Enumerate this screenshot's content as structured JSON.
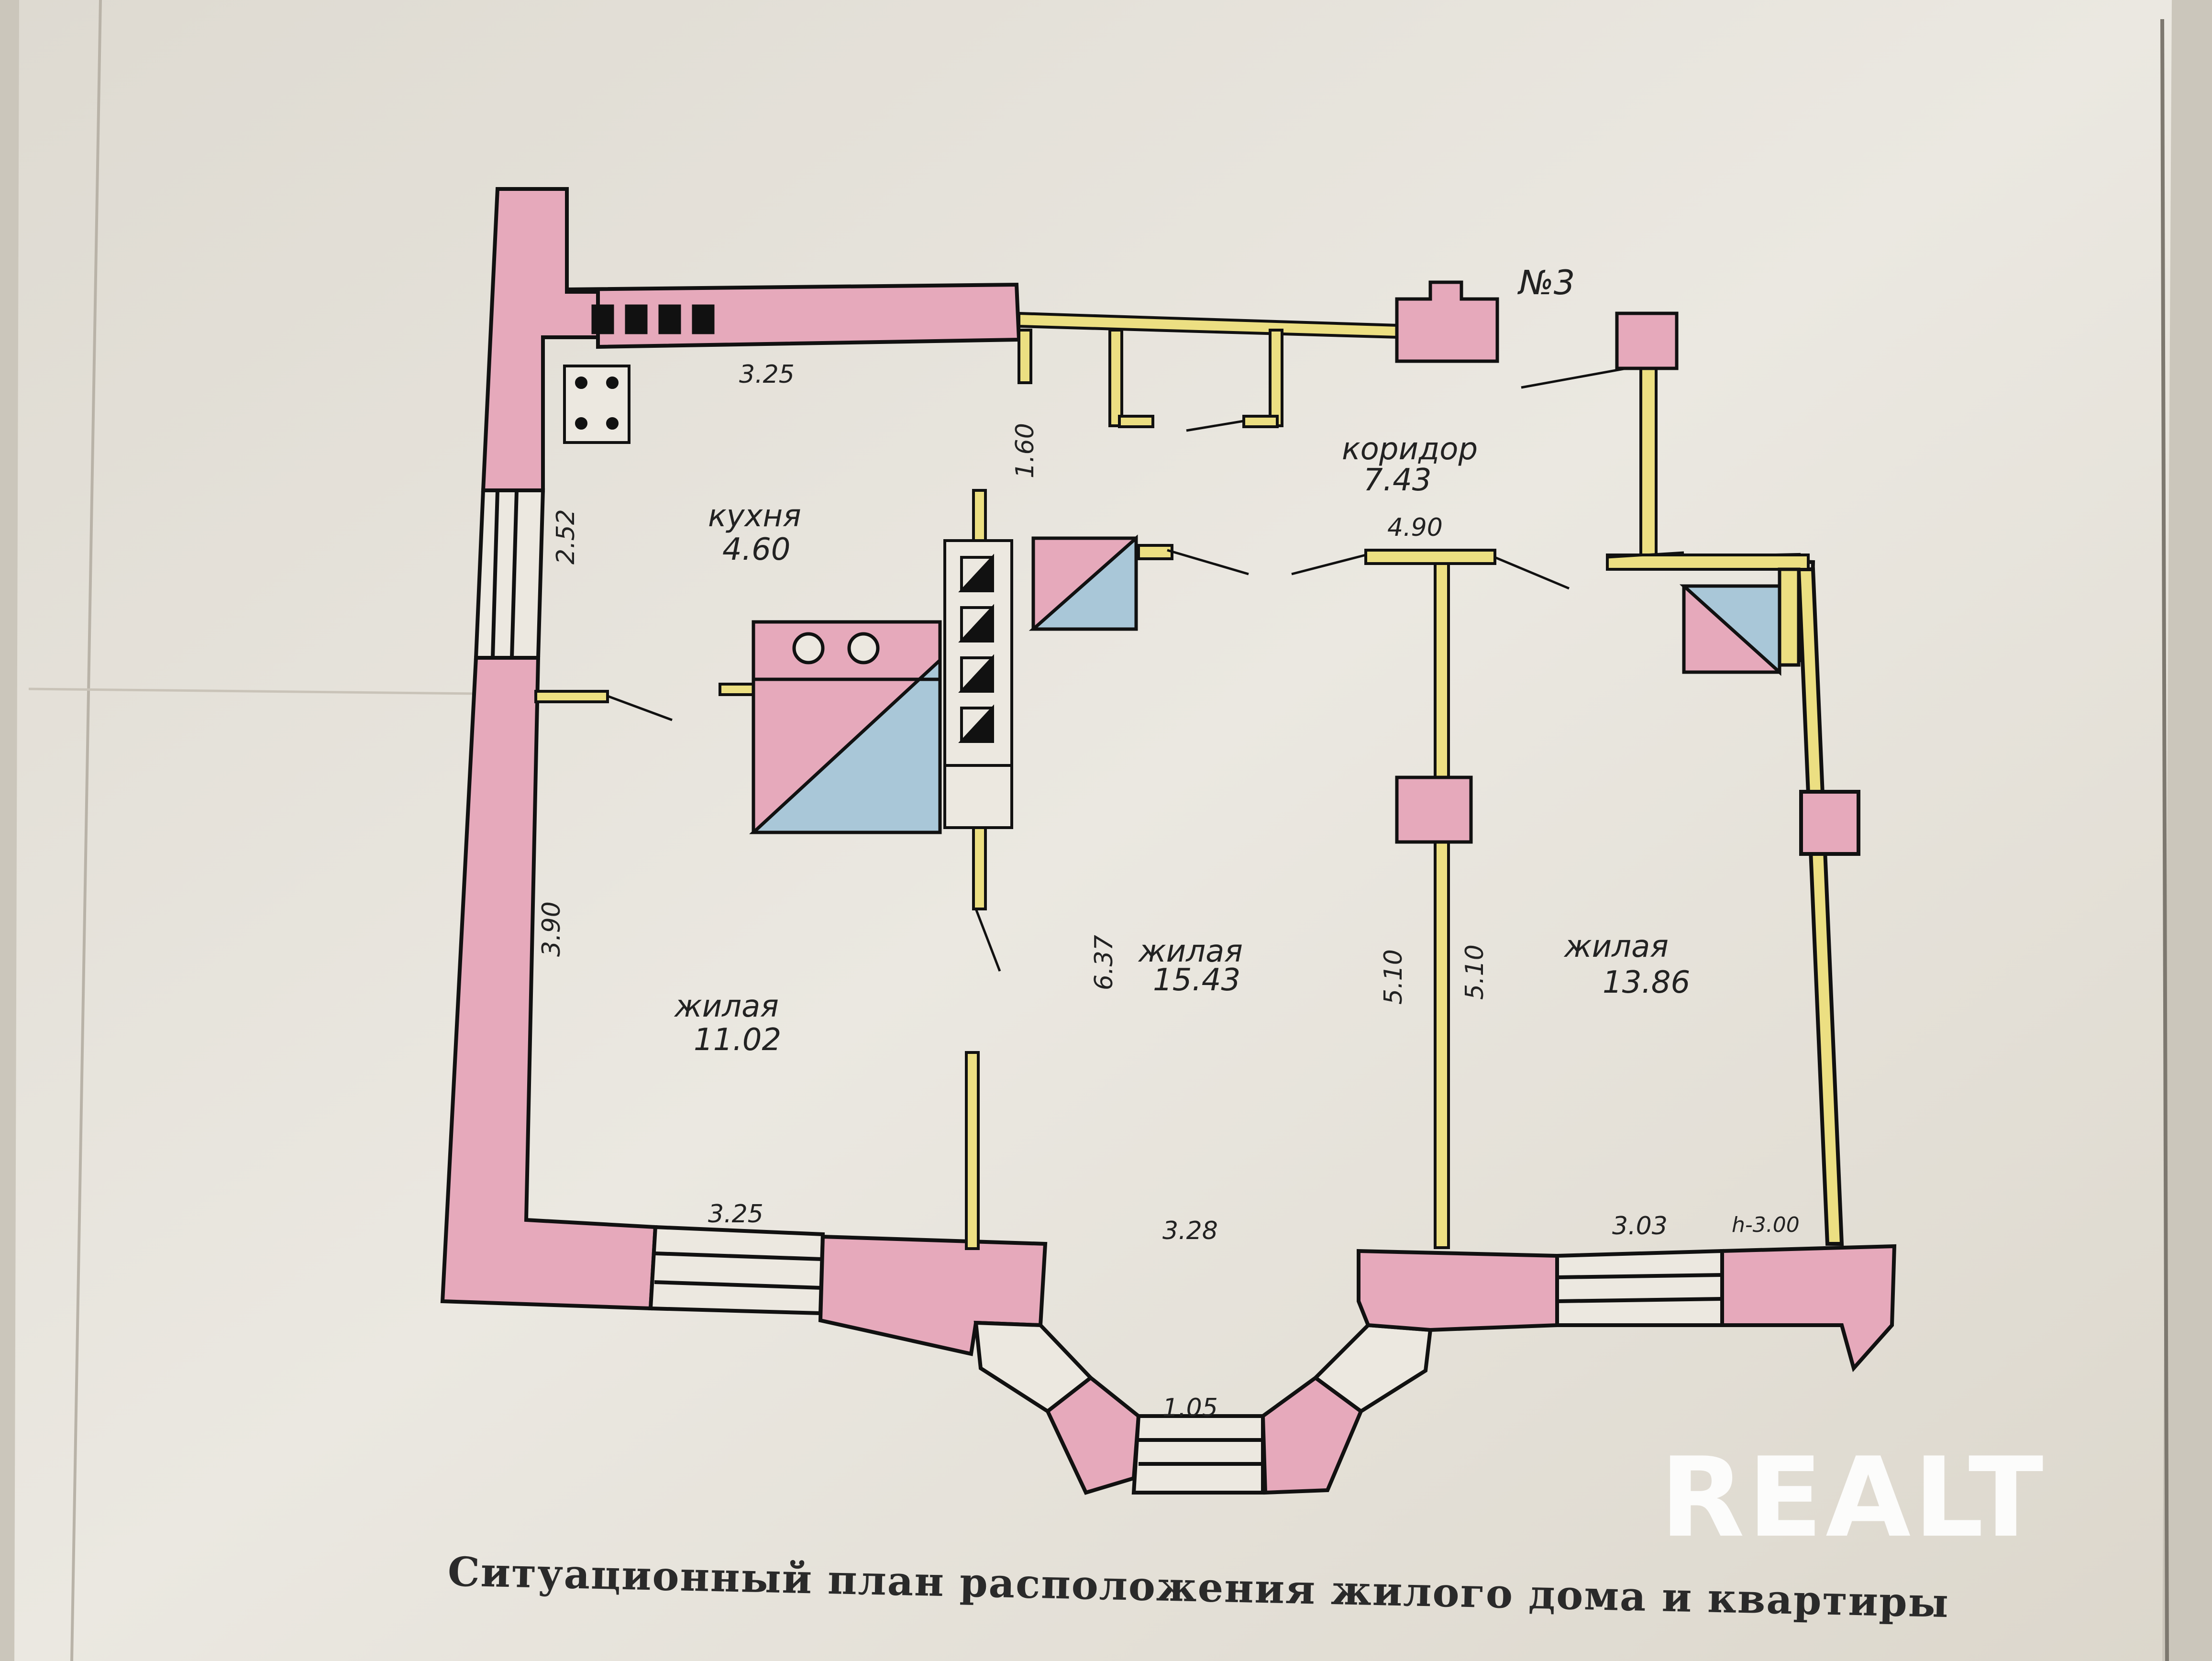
{
  "document": {
    "caption": "Ситуационный план расположения жилого дома и квартиры",
    "watermark": "REALT"
  },
  "plan": {
    "apartment_number": "№3",
    "rooms": [
      {
        "name": "кухня",
        "area": "4.60"
      },
      {
        "name": "коридор",
        "area": "7.43"
      },
      {
        "name": "жилая",
        "area": "15.43"
      },
      {
        "name": "жилая",
        "area": "11.02"
      },
      {
        "name": "жилая",
        "area": "13.86"
      }
    ],
    "dimensions": {
      "kitchen_top": "3.25",
      "kitchen_side": "2.52",
      "kitchen_partition": "1.60",
      "corridor_wall": "4.90",
      "left_wall": "3.90",
      "bottom_left": "3.25",
      "bottom_middle": "3.28",
      "bottom_right": "3.03",
      "ceiling_height": "h-3.00",
      "center_depth": "6.37",
      "right_partition_a": "5.10",
      "right_partition_b": "5.10",
      "bay_window": "1.05"
    }
  },
  "colors": {
    "wall_pink": "#e6a9bb",
    "fixture_blue": "#a9c7d8",
    "partition_yellow": "#ecdf82",
    "paper": "#e9e5dd",
    "ink": "#111111"
  }
}
